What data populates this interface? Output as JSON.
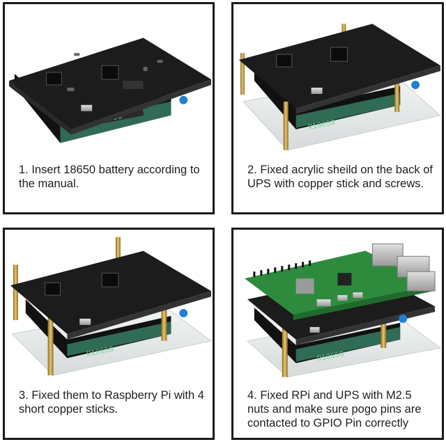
{
  "steps": [
    {
      "caption": "1. Insert 18650 battery according to the manual.",
      "label": "R18650"
    },
    {
      "caption": "2. Fixed acrylic sheild on the back of UPS with copper stick and screws.",
      "label": "R18650"
    },
    {
      "caption": "3. Fixed them to Raspberry Pi with 4 short copper sticks.",
      "label": "R18650"
    },
    {
      "caption": "4. Fixed RPi and UPS with M2.5 nuts and make sure pogo pins are contacted to GPIO Pin correctly",
      "label": "R18650"
    }
  ],
  "colors": {
    "border": "#1a1a1a",
    "board": "#1c1c1c",
    "battery": "#2f6b55",
    "brass": "#c9a24a",
    "acrylic": "#e9ecec",
    "rpi": "#2e8b3e"
  }
}
